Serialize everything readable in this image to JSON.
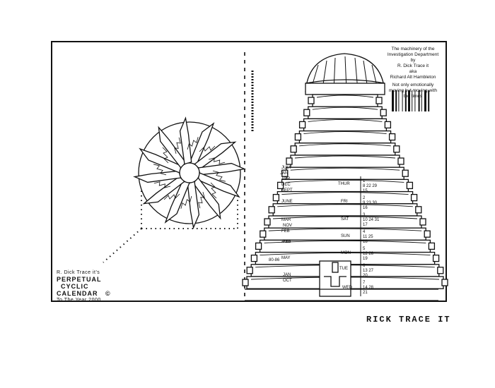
{
  "caption": {
    "line1": "The machinery of the",
    "line2": "Investigation Department",
    "line3": "by",
    "line4": "R. Dick Trace it",
    "line5": "aka",
    "line6": "Richard Alt Hambleton",
    "line7": "Not only emotionally",
    "line8": "moving but moving with",
    "line9": "the times"
  },
  "title": {
    "author": "R. Dick Trace it's",
    "word1": "PERPETUAL",
    "word2": "CYCLIC",
    "word3": "CALENDAR",
    "mark": "©",
    "subtitle": "To The Year 2000"
  },
  "signature": "RICK TRACE IT",
  "months": [
    "JULY",
    "JAN",
    "APR",
    "DEC",
    "SEPT",
    "JUNE",
    "MAR",
    "NOV",
    "FEB",
    "AUG",
    "FEB",
    "MAY",
    "JAN",
    "OCT"
  ],
  "years": "80-86",
  "weekdays": [
    "THUR",
    "FRI",
    "SAT",
    "SUN",
    "MON",
    "TUE",
    "WED"
  ],
  "dates": [
    {
      "a": "1",
      "b": "8  22 29",
      "c": "15"
    },
    {
      "a": "2",
      "b": "9  23 30",
      "c": "16"
    },
    {
      "a": "3",
      "b": "10 24 31",
      "c": "17"
    },
    {
      "a": "4",
      "b": "11 25",
      "c": "18"
    },
    {
      "a": "5",
      "b": "12 26",
      "c": "19"
    },
    {
      "a": "6",
      "b": "13 27",
      "c": "20"
    },
    {
      "a": "7",
      "b": "14 28",
      "c": "21"
    }
  ]
}
